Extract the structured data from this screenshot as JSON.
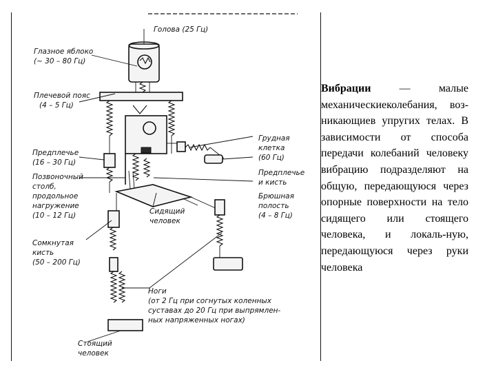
{
  "diagram": {
    "labels": {
      "head": "Голова (25 Гц)",
      "eyeball_1": "Глазное яблоко",
      "eyeball_2": "(~ 30 – 80 Гц)",
      "shoulder_1": "Плечевой пояс",
      "shoulder_2": "(4 – 5 Гц)",
      "forearm_1": "Предплечье",
      "forearm_2": "(16 – 30 Гц)",
      "spine_1": "Позвоночный",
      "spine_2": "столб,",
      "spine_3": "продольное",
      "spine_4": "нагружение",
      "spine_5": "(10 – 12 Гц)",
      "fist_1": "Сомкнутая",
      "fist_2": "кисть",
      "fist_3": "(50 – 200 Гц)",
      "chest_1": "Грудная",
      "chest_2": "клетка",
      "chest_3": "(60 Гц)",
      "forearm_hand_1": "Предплечье",
      "forearm_hand_2": "и кисть",
      "abdomen_1": "Брюшная",
      "abdomen_2": "полость",
      "abdomen_3": "(4 – 8 Гц)",
      "seated_1": "Сидящий",
      "seated_2": "человек",
      "legs_1": "Ноги",
      "legs_2": "(от  2 Гц  при согнутых   коленных",
      "legs_3": "суставах  до 20 Гц  при выпрямлен-",
      "legs_4": "ных  напряженных  ногах)",
      "standing_1": "Стоящий",
      "standing_2": "человек"
    }
  },
  "text_panel": {
    "term": "Вибрации",
    "body": " — малые механическиеколебания, воз-никающиев упругих телах. В зависимости от способа передачи колебаний человеку вибрацию подразделяют на общую, передающуюся через опорные поверхности на тело сидящего или стоящего человека, и локаль-ную, передающуюся через руки человека"
  }
}
